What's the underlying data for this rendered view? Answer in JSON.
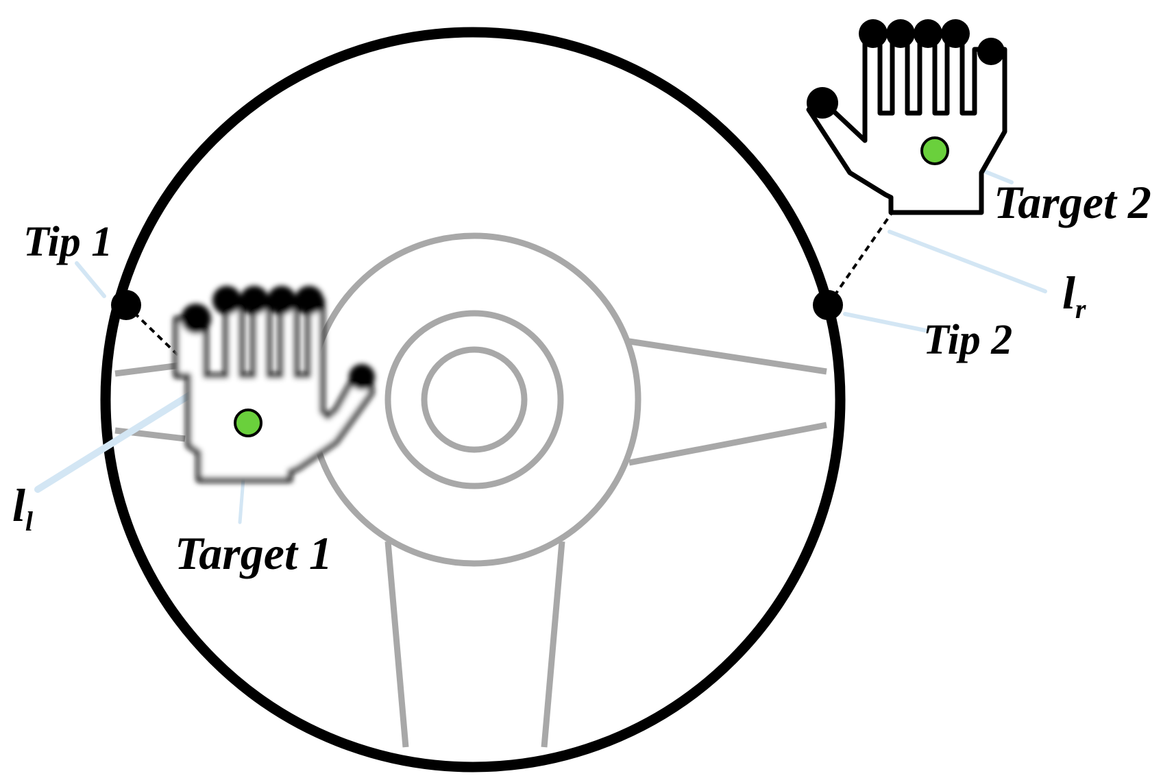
{
  "labels": {
    "tip1": "Tip 1",
    "tip2": "Tip 2",
    "target1": "Target 1",
    "target2": "Target 2",
    "l_left_main": "l",
    "l_left_sub": "l",
    "l_right_main": "l",
    "l_right_sub": "r"
  },
  "colors": {
    "wheel_rim": "#000000",
    "wheel_spokes": "#a8a8a8",
    "target_dot": "#6ad03c",
    "leader_line": "#d3e6f4",
    "hand_outline": "#000000"
  },
  "icons": {
    "left_hand": "hand-icon-blurred",
    "right_hand": "hand-icon"
  }
}
